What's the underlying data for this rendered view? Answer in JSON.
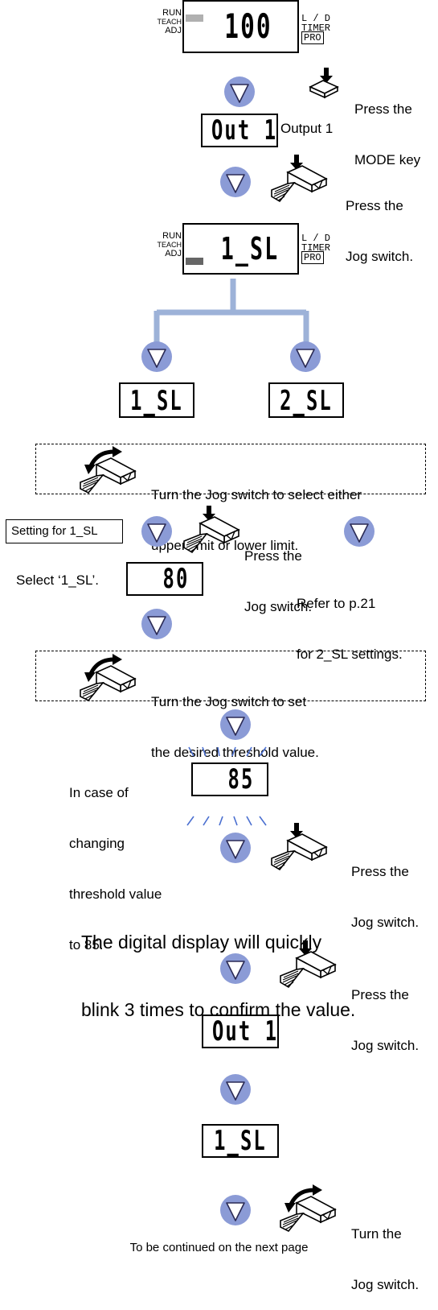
{
  "colors": {
    "arrow_fill": "#8b9bd6",
    "connector": "#9db2d8",
    "indicator_light": "#b0b0b0",
    "indicator_dark": "#666666"
  },
  "panel_labels": {
    "run": "RUN",
    "teach": "TEACH",
    "adj": "ADJ",
    "ld": "L / D",
    "timer": "TIMER",
    "pro": "PRO"
  },
  "displays": {
    "initial": "100",
    "out1": "Out 1",
    "sl1": "1_SL",
    "sl1_choice": "1_SL",
    "sl2_choice": "2_SL",
    "value_80": "80",
    "value_85": "85",
    "out1_again": "Out 1",
    "sl1_again": "1_SL"
  },
  "labels": {
    "press_mode": [
      "Press the",
      "MODE key"
    ],
    "output1": "Output 1",
    "press_jog_1": [
      "Press the",
      "Jog switch."
    ],
    "turn_select": [
      "Turn the Jog switch to select either",
      "upper limit or lower limit."
    ],
    "setting_for": "Setting for 1_SL",
    "press_jog_2": [
      "Press the",
      "Jog switch."
    ],
    "refer": [
      "Refer to p.21",
      "for 2_SL settings."
    ],
    "select_1sl": "Select ‘1_SL’.",
    "turn_set": [
      "Turn the Jog switch to set",
      "the desired threshold value."
    ],
    "case": [
      "In case of",
      "changing",
      "threshold value",
      "to 85."
    ],
    "press_jog_3": [
      "Press the",
      "Jog switch."
    ],
    "blink": [
      "The digital display will quickly",
      "blink 3 times to confirm the value."
    ],
    "press_jog_4": [
      "Press the",
      "Jog switch."
    ],
    "turn_jog": [
      "Turn the",
      "Jog switch."
    ],
    "continued": "To be continued on the next page"
  },
  "icons": [
    "down-arrow-icon",
    "mode-key-press-icon",
    "jog-switch-press-icon",
    "jog-switch-turn-icon",
    "blink-rays-icon"
  ]
}
